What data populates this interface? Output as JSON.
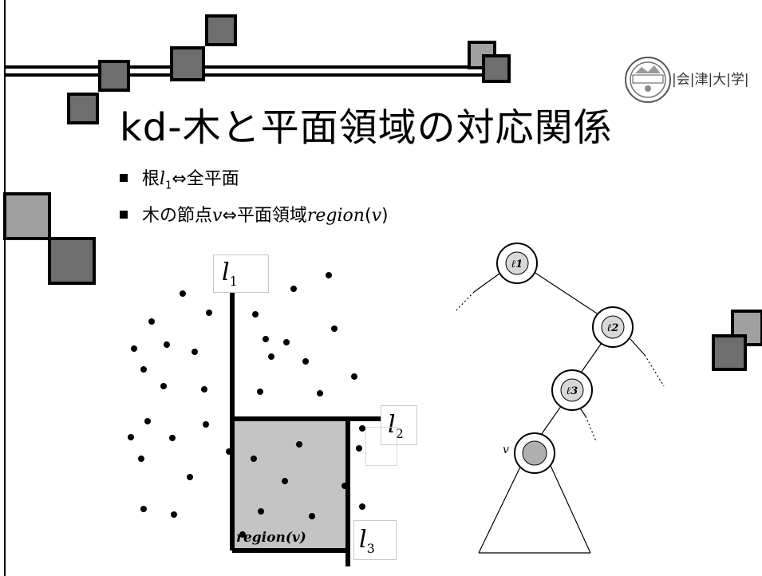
{
  "title": "kd-木と平面領域の対応関係",
  "bullets": [
    {
      "prefix": "根",
      "var": "l",
      "sub": "1",
      "suffix": "⇔全平面"
    },
    {
      "prefix": "木の節点",
      "var": "v",
      "suffix_plain": "⇔平面領域",
      "var2": "region",
      "paren_open": "(",
      "var3": "v",
      "paren_close": ")"
    }
  ],
  "logo": {
    "text": "|会|津|大|学|",
    "seal_icon": "university-seal-icon"
  },
  "diagram": {
    "labels": {
      "l1": {
        "var": "l",
        "sub": "1"
      },
      "l2": {
        "var": "l",
        "sub": "2"
      },
      "l3": {
        "var": "l",
        "sub": "3"
      },
      "region": "region(v)",
      "node_v": "v"
    },
    "tree_nodes": [
      "ℓ1",
      "ℓ2",
      "ℓ3"
    ]
  },
  "colors": {
    "deco_fill": "#6e6e6e",
    "deco_light": "#a0a0a0",
    "region_fill": "#c4c4c4",
    "node_v_fill": "#b0b0b0"
  }
}
